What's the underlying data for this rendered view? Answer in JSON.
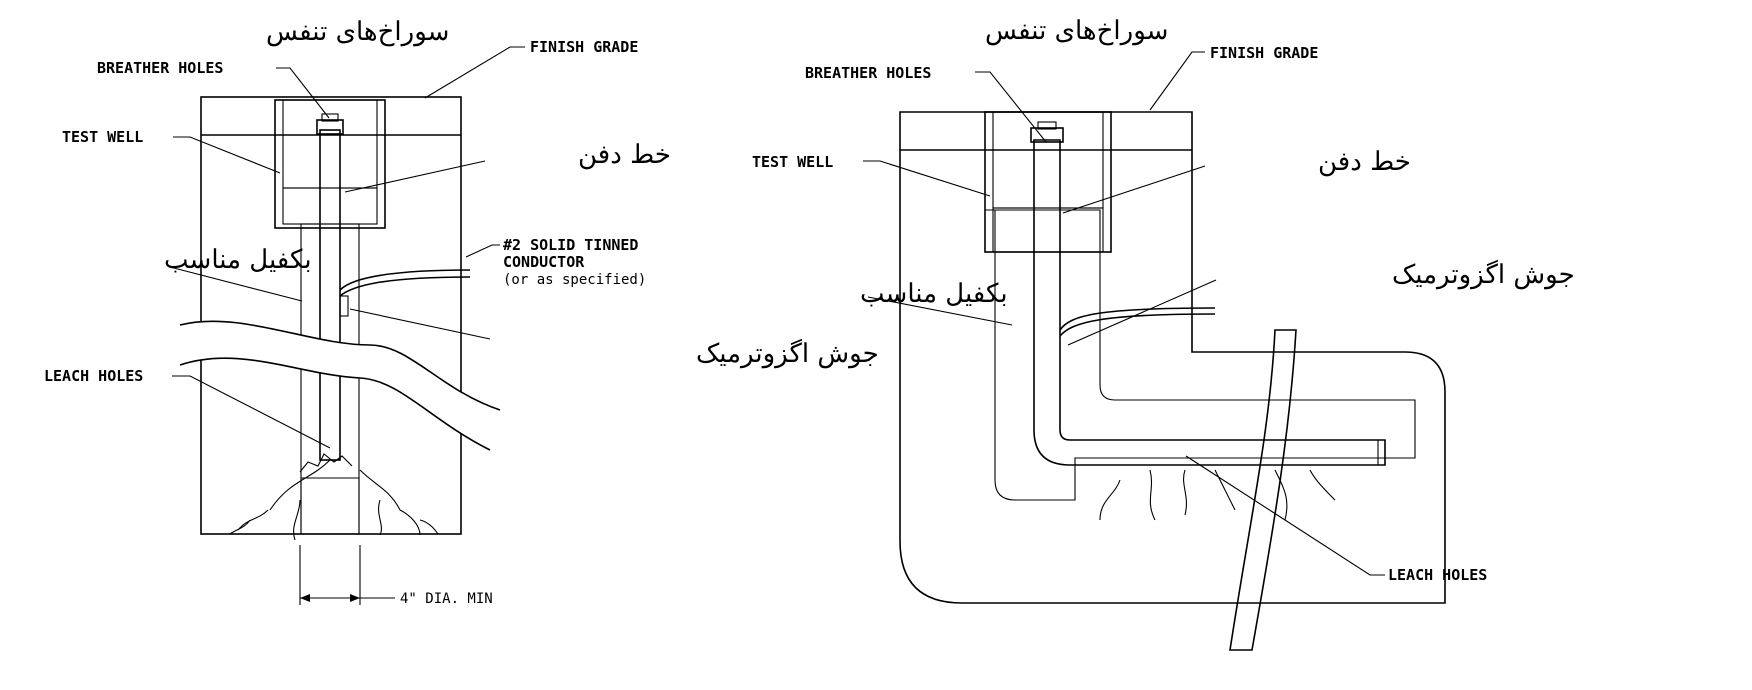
{
  "colors": {
    "ink": "#000000",
    "paper": "#ffffff"
  },
  "left": {
    "breather_fa": "سوراخ‌های تنفس",
    "breather_en": "BREATHER HOLES",
    "finish_grade": "FINISH GRADE",
    "test_well": "TEST WELL",
    "burial_line_fa": "خط دفن",
    "conductor_line1": "#2 SOLID TINNED",
    "conductor_line2": "CONDUCTOR",
    "conductor_line3": "(or as specified)",
    "backfill_fa": "بکفیل مناسب",
    "exothermic_fa": "جوش اگزوترمیک",
    "leach_holes": "LEACH HOLES",
    "dia": "4\" DIA. MIN"
  },
  "right": {
    "breather_fa": "سوراخ‌های تنفس",
    "breather_en": "BREATHER HOLES",
    "finish_grade": "FINISH GRADE",
    "test_well": "TEST WELL",
    "burial_line_fa": "خط دفن",
    "exothermic_fa": "جوش اگزوترمیک",
    "backfill_fa": "بکفیل مناسب",
    "leach_holes": "LEACH HOLES"
  }
}
